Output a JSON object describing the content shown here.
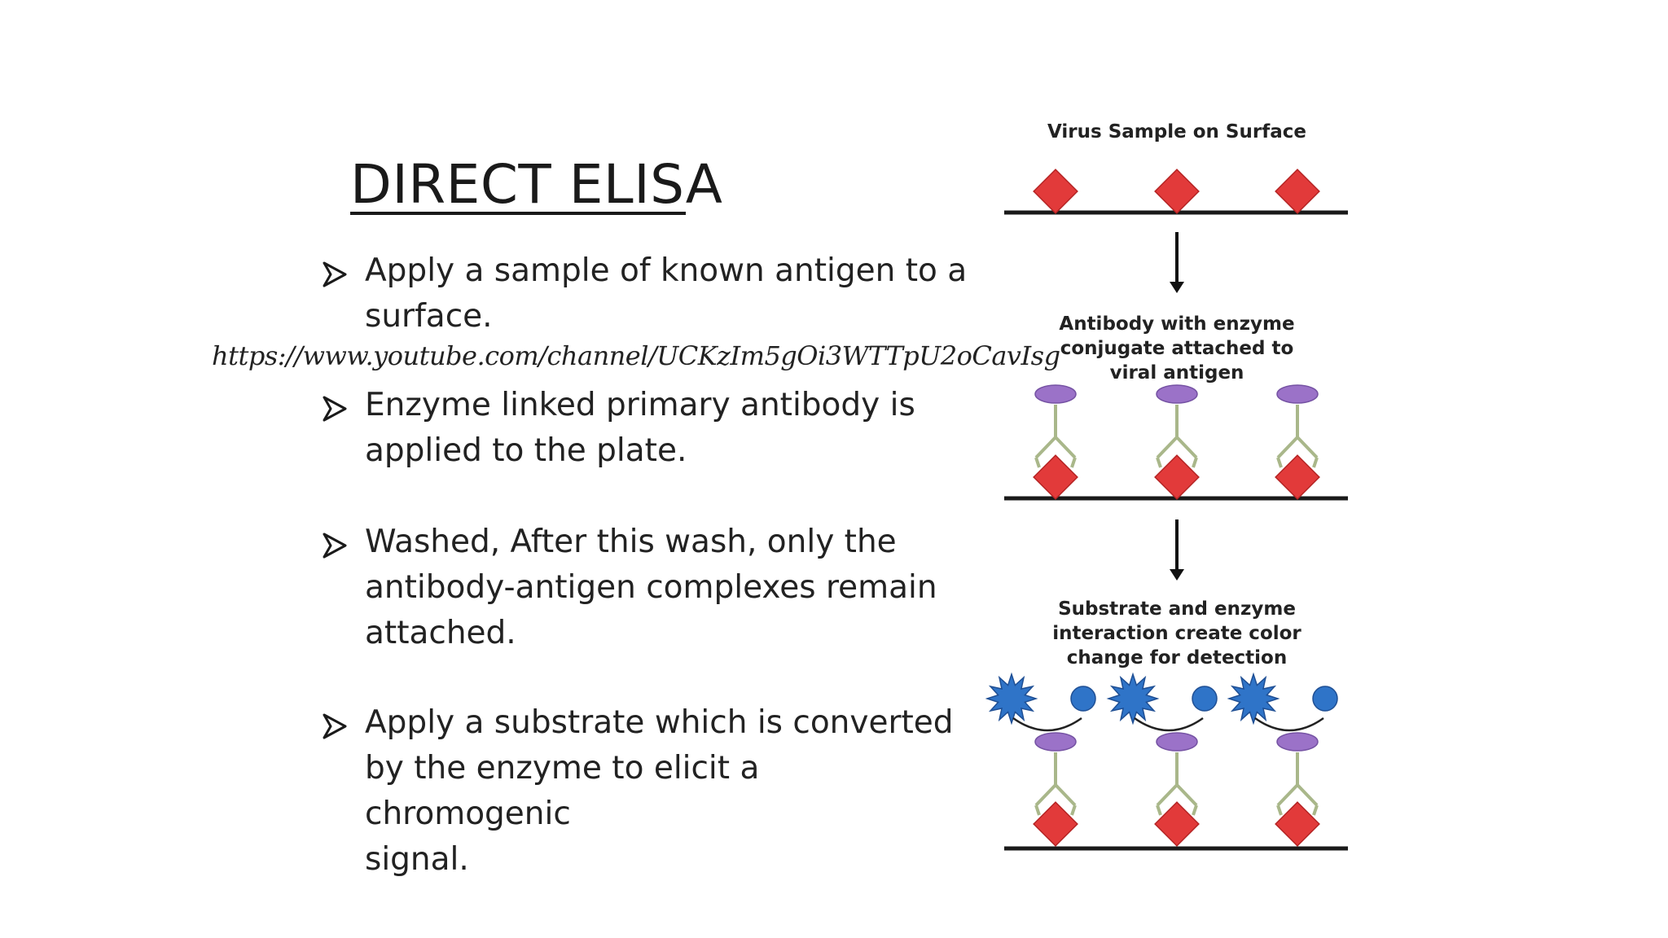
{
  "slide": {
    "title": "DIRECT ELISA",
    "url": "https://www.youtube.com/channel/UCKzIm5gOi3WTTpU2oCavIsg",
    "bullets": [
      {
        "lines": [
          "Apply a sample of known antigen to a",
          "surface."
        ]
      },
      {
        "lines": [
          "Enzyme linked primary antibody is",
          "applied to the plate."
        ]
      },
      {
        "lines": [
          "Washed,  After this wash, only the",
          "antibody-antigen complexes remain",
          "attached."
        ]
      },
      {
        "lines": [
          "Apply a substrate which is converted",
          "by the enzyme to elicit a chromogenic",
          "signal."
        ]
      }
    ]
  },
  "diagram": {
    "step1_label": "Virus Sample on Surface",
    "step2_label": [
      "Antibody with enzyme",
      "conjugate  attached to",
      "viral antigen"
    ],
    "step3_label": [
      "Substrate and enzyme",
      "interaction create color",
      "change for detection"
    ],
    "colors": {
      "antigen": "#e23a3a",
      "antibody_stem": "#a9b78a",
      "enzyme": "#9b72c8",
      "substrate": "#2f74c8",
      "surface": "#1a1a1a"
    }
  }
}
